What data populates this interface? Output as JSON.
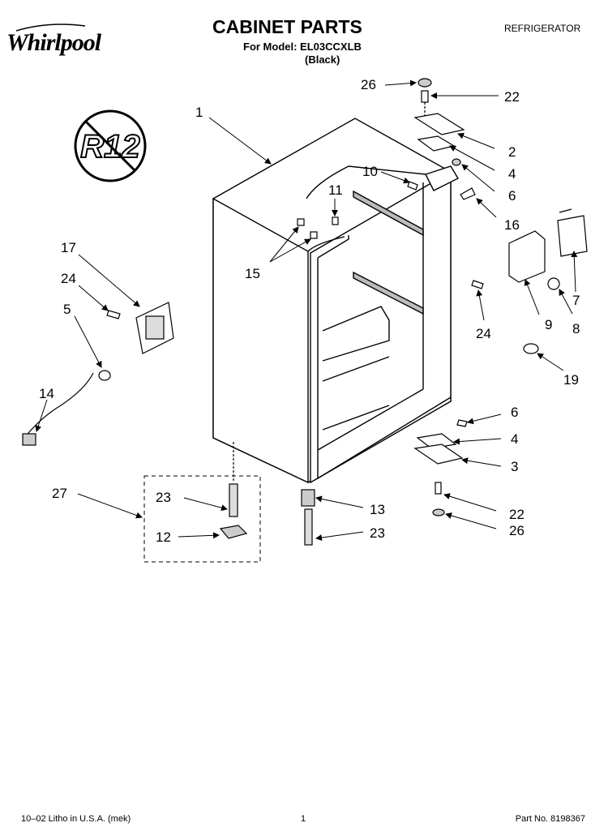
{
  "header": {
    "brand": "Whirlpool",
    "title": "CABINET PARTS",
    "model": "For Model: EL03CCXLB",
    "color": "(Black)",
    "category": "REFRIGERATOR"
  },
  "badge": {
    "text": "R12",
    "icon": "no-r12-refrigerant-icon"
  },
  "callouts": [
    "1",
    "2",
    "3",
    "4",
    "4",
    "5",
    "6",
    "6",
    "7",
    "8",
    "9",
    "10",
    "11",
    "12",
    "13",
    "14",
    "15",
    "16",
    "17",
    "19",
    "22",
    "22",
    "23",
    "23",
    "24",
    "24",
    "26",
    "26",
    "27"
  ],
  "footer": {
    "left": "10–02 Litho in U.S.A. (mek)",
    "page": "1",
    "part_no": "Part No. 8198367"
  }
}
